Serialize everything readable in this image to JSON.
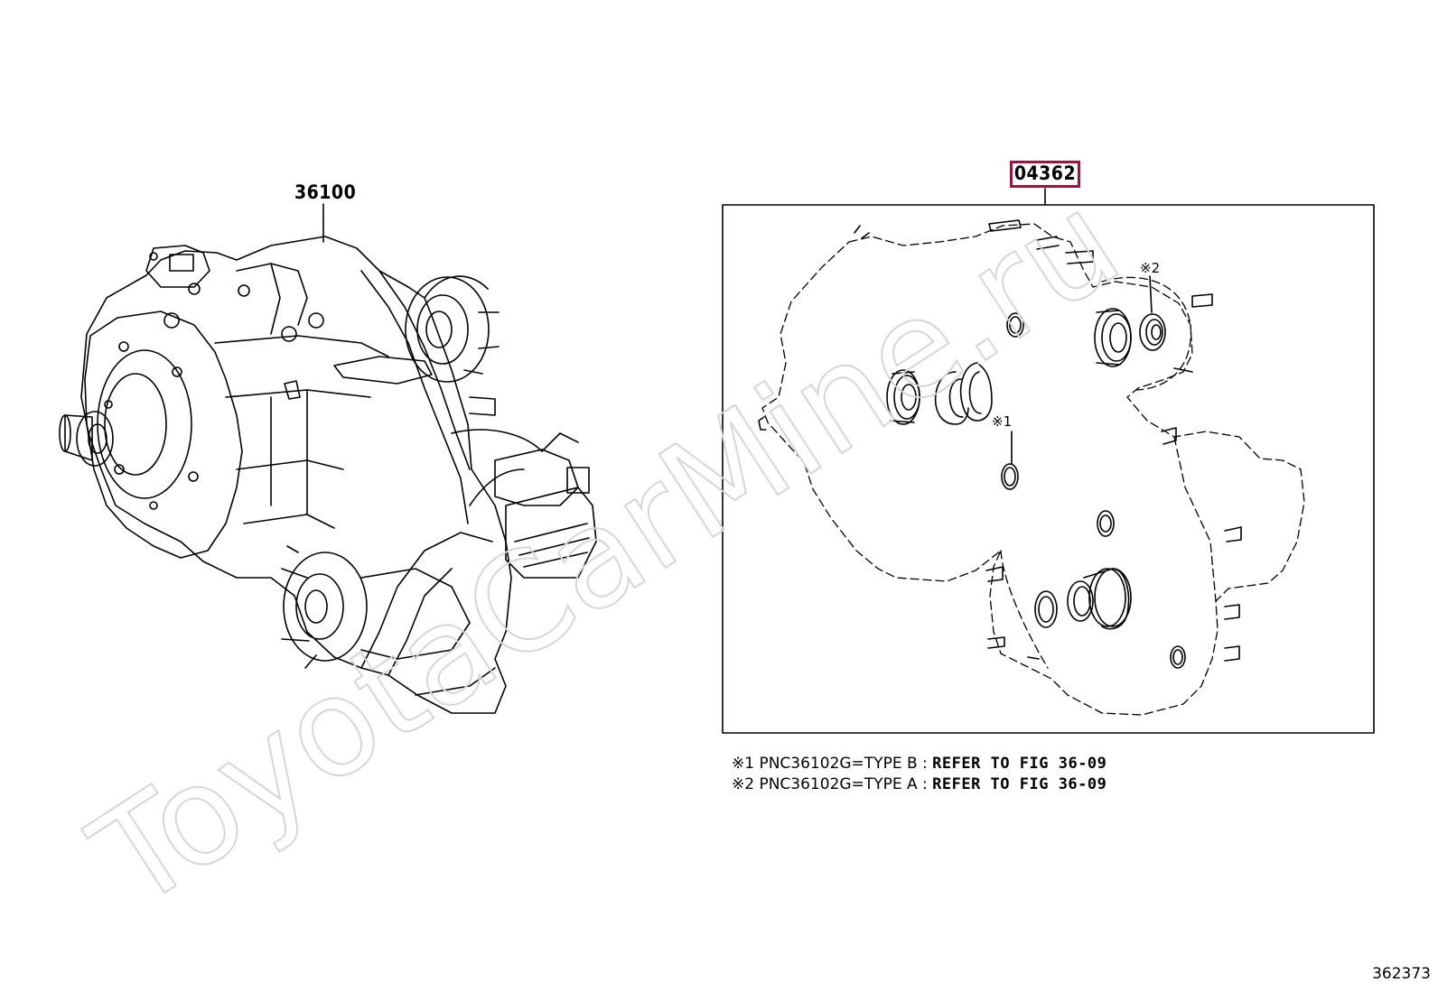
{
  "callouts": {
    "assembly": "36100",
    "kit": "04362",
    "kit_box_color": "#a3123f"
  },
  "marks": {
    "m1": "※1",
    "m2": "※2"
  },
  "notes": [
    {
      "symbol": "※1",
      "text": " PNC36102G=TYPE B : ",
      "ref": "REFER TO FIG 36-09"
    },
    {
      "symbol": "※2",
      "text": " PNC36102G=TYPE A : ",
      "ref": "REFER TO FIG 36-09"
    }
  ],
  "figure_id": "362373",
  "watermark": "ToyotaCarMine.ru"
}
